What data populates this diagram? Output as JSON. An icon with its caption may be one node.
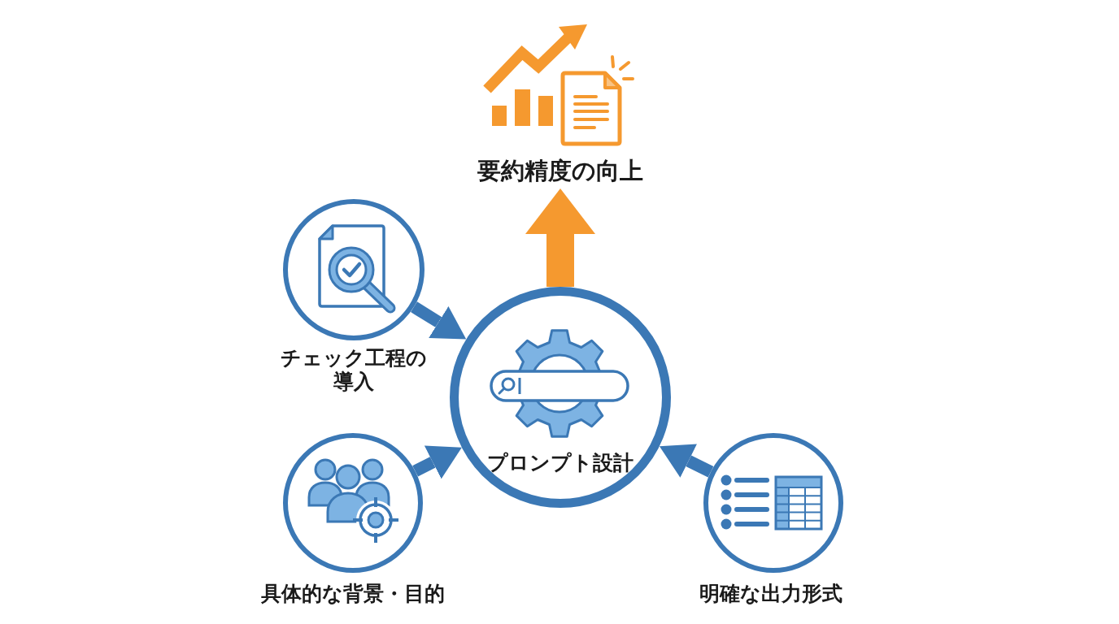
{
  "diagram": {
    "nodes": [
      {
        "text": [
          "要約精度の向上"
        ]
      },
      {
        "text": [],
        "shape": "circle",
        "beside": [
          "チェック工程の導入"
        ]
      },
      {
        "text": [
          "プロンプト設計"
        ]
      },
      {
        "text": [],
        "shape": "circle",
        "beside": [
          "具体的な背景・目的"
        ]
      },
      {
        "text": [],
        "shape": "circle",
        "beside": [
          "明確な出力形式"
        ]
      }
    ],
    "edges": [
      {
        "from": 2,
        "to": 0,
        "arrow": "to",
        "style": "thick",
        "color": "#f5992f"
      },
      {
        "from": 1,
        "to": 2,
        "arrow": "to"
      },
      {
        "from": 3,
        "to": 2,
        "arrow": "to"
      },
      {
        "from": 4,
        "to": 2,
        "arrow": "to"
      }
    ]
  }
}
